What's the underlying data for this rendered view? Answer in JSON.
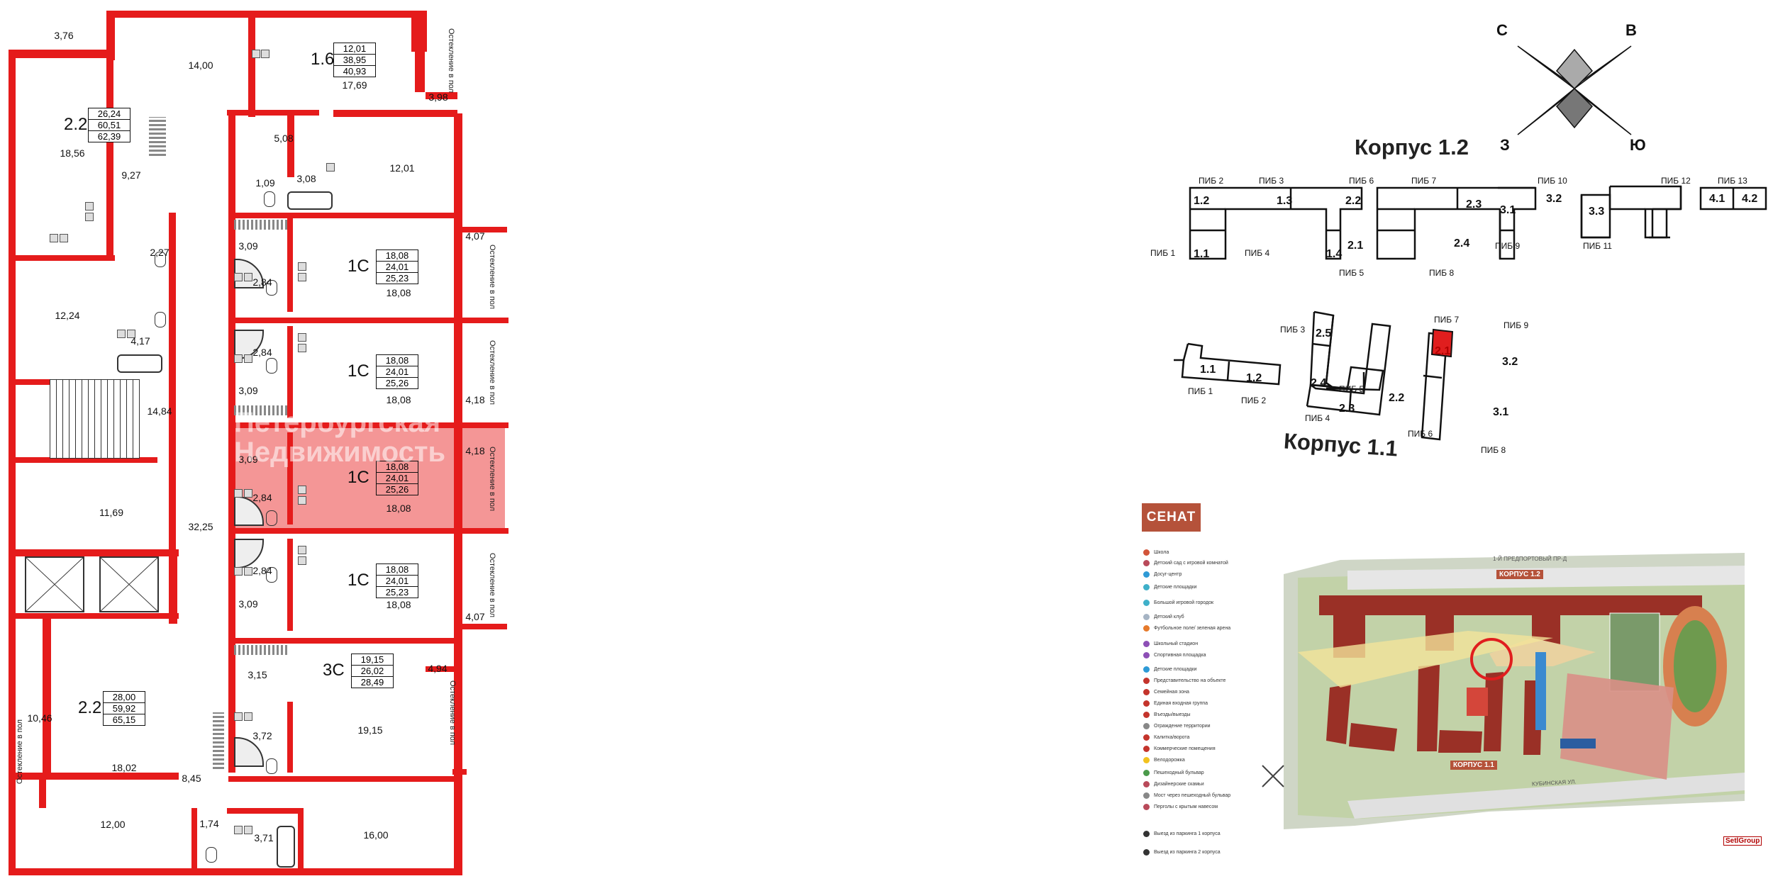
{
  "floorplan": {
    "glazing_label": "Остекление в пол",
    "flats": [
      {
        "code": "2.2",
        "areas": [
          "26,24",
          "60,51",
          "62,39"
        ]
      },
      {
        "code": "1.6",
        "areas": [
          "12,01",
          "38,95",
          "40,93"
        ]
      },
      {
        "code": "1С",
        "areas": [
          "18,08",
          "24,01",
          "25,23"
        ]
      },
      {
        "code": "1С",
        "areas": [
          "18,08",
          "24,01",
          "25,26"
        ]
      },
      {
        "code": "1С",
        "areas": [
          "18,08",
          "24,01",
          "25,26"
        ]
      },
      {
        "code": "1С",
        "areas": [
          "18,08",
          "24,01",
          "25,23"
        ]
      },
      {
        "code": "2.2",
        "areas": [
          "28,00",
          "59,92",
          "65,15"
        ]
      },
      {
        "code": "3С",
        "areas": [
          "19,15",
          "26,02",
          "28,49"
        ]
      }
    ],
    "rooms": [
      "3,76",
      "14,00",
      "17,69",
      "3,98",
      "18,56",
      "5,08",
      "9,27",
      "1,09",
      "3,08",
      "12,01",
      "2,27",
      "3,09",
      "2,84",
      "18,08",
      "4,07",
      "12,24",
      "4,17",
      "2,84",
      "3,09",
      "18,08",
      "4,18",
      "14,84",
      "3,09",
      "2,84",
      "18,08",
      "4,18",
      "11,69",
      "32,25",
      "2,84",
      "3,09",
      "18,08",
      "4,07",
      "3,15",
      "4,94",
      "10,46",
      "18,02",
      "3,72",
      "19,15",
      "8,45",
      "12,00",
      "1,74",
      "3,71",
      "16,00"
    ],
    "watermark": [
      "Петербургская",
      "Недвижимость"
    ]
  },
  "compass": {
    "n": "С",
    "e": "В",
    "s": "Ю",
    "w": "З"
  },
  "korpus_12": {
    "title": "Корпус 1.2",
    "sections": [
      "1.2",
      "1.3",
      "1.1",
      "1.4",
      "2.2",
      "2.3",
      "2.1",
      "2.4",
      "3.2",
      "3.1",
      "3.3",
      "4.1",
      "4.2"
    ],
    "pibs": [
      "ПИБ 2",
      "ПИБ 3",
      "ПИБ 1",
      "ПИБ 4",
      "ПИБ 6",
      "ПИБ 7",
      "ПИБ 5",
      "ПИБ 8",
      "ПИБ 10",
      "ПИБ 9",
      "ПИБ 11",
      "ПИБ 12",
      "ПИБ 13"
    ]
  },
  "korpus_11": {
    "title": "Корпус 1.1",
    "sections": [
      "1.1",
      "1.2",
      "2.5",
      "2.1",
      "2.4",
      "2.3",
      "2.2",
      "3.2",
      "3.1"
    ],
    "pibs": [
      "ПИБ 1",
      "ПИБ 2",
      "ПИБ 3",
      "ПИБ 7",
      "ПИБ 5",
      "ПИБ 4",
      "ПИБ 6",
      "ПИБ 9",
      "ПИБ 8"
    ]
  },
  "site": {
    "brand": "СЕНАТ",
    "street_top": "1-Й ПРЕДПОРТОВЫЙ ПР-Д",
    "street_bottom": "КУБИНСКАЯ УЛ.",
    "korpus_12": "КОРПУС 1.2",
    "korpus_11": "КОРПУС 1.1",
    "logo": "SetlGroup",
    "legend": [
      {
        "label": "Школа",
        "color": "#d2553a"
      },
      {
        "label": "Детский сад с игровой комнатой",
        "color": "#b94a5a"
      },
      {
        "label": "Досуг-центр",
        "color": "#2e9ad6"
      },
      {
        "label": "Детские площадки",
        "color": "#3fb0c9"
      },
      {
        "label": "Большой игровой городок",
        "color": "#3fb0c9"
      },
      {
        "label": "Детский клуб",
        "color": "#a6b4c4"
      },
      {
        "label": "Футбольное поле/ зеленая арена",
        "color": "#e67a2b"
      },
      {
        "label": "Школьный стадион",
        "color": "#8d4fb6"
      },
      {
        "label": "Спортивная площадка",
        "color": "#8d4fb6"
      },
      {
        "label": "Детские площадки",
        "color": "#2e9ad6"
      },
      {
        "label": "Представительство на объекте",
        "color": "#c4342c"
      },
      {
        "label": "Семейная зона",
        "color": "#c4342c"
      },
      {
        "label": "Единая входная группа",
        "color": "#c4342c"
      },
      {
        "label": "Въезды/выезды",
        "color": "#c4342c"
      },
      {
        "label": "Ограждение территории",
        "color": "#888888"
      },
      {
        "label": "Калитка/ворота",
        "color": "#c4342c"
      },
      {
        "label": "Коммерческие помещения",
        "color": "#c4342c"
      },
      {
        "label": "Велодорожка",
        "color": "#f2c21e"
      },
      {
        "label": "Пешеходный бульвар",
        "color": "#4a9a4a"
      },
      {
        "label": "Дизайнерские скамьи",
        "color": "#b94a5a"
      },
      {
        "label": "Мост через пешеходный бульвар",
        "color": "#888888"
      },
      {
        "label": "Перголы с крытым навесом",
        "color": "#b94a5a"
      },
      {
        "label": "Выезд из паркинга 1 корпуса",
        "color": "#333333"
      },
      {
        "label": "Выезд из паркинга 2 корпуса",
        "color": "#333333"
      }
    ]
  }
}
